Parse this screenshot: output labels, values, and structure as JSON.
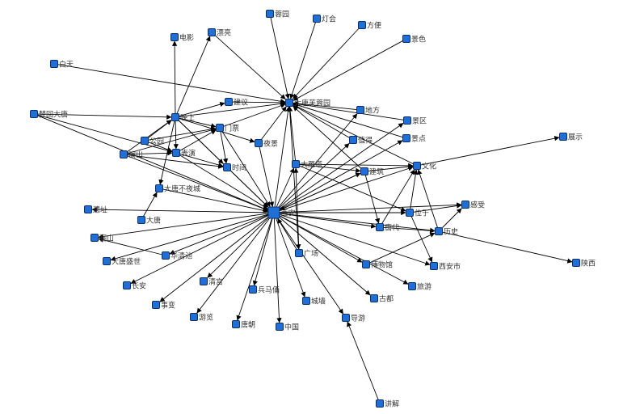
{
  "nodes": [
    {
      "id": "xian",
      "label": "西安"
    },
    {
      "id": "datang_furong",
      "label": "大唐芙蓉园"
    },
    {
      "id": "rongyuan",
      "label": "蓉园"
    },
    {
      "id": "denghui",
      "label": "灯会"
    },
    {
      "id": "fangbian",
      "label": "方便"
    },
    {
      "id": "jingse",
      "label": "景色"
    },
    {
      "id": "dianying",
      "label": "电影"
    },
    {
      "id": "piaoliang",
      "label": "漂亮"
    },
    {
      "id": "baitian",
      "label": "白天"
    },
    {
      "id": "jianyi",
      "label": "建议"
    },
    {
      "id": "difang",
      "label": "地方"
    },
    {
      "id": "jingqu",
      "label": "景区"
    },
    {
      "id": "menghui_datang",
      "label": "梦回大唐"
    },
    {
      "id": "wanshang",
      "label": "晚上"
    },
    {
      "id": "menpiao",
      "label": "门票"
    },
    {
      "id": "zhide",
      "label": "值得"
    },
    {
      "id": "jingdian",
      "label": "景点"
    },
    {
      "id": "zhanshi",
      "label": "展示"
    },
    {
      "id": "gongyuan",
      "label": "公园"
    },
    {
      "id": "yejing",
      "label": "夜景"
    },
    {
      "id": "yanchu",
      "label": "演出"
    },
    {
      "id": "biaoyan",
      "label": "表演"
    },
    {
      "id": "shijian",
      "label": "时间"
    },
    {
      "id": "dayanta",
      "label": "大雁塔"
    },
    {
      "id": "jianzhu",
      "label": "建筑"
    },
    {
      "id": "wenhua",
      "label": "文化"
    },
    {
      "id": "datang_buyecheng",
      "label": "大唐不夜城"
    },
    {
      "id": "ganshou",
      "label": "感受"
    },
    {
      "id": "yizhi",
      "label": "遗址"
    },
    {
      "id": "weiyu",
      "label": "位于"
    },
    {
      "id": "datang",
      "label": "大唐"
    },
    {
      "id": "tangdai",
      "label": "唐代"
    },
    {
      "id": "lishi",
      "label": "历史"
    },
    {
      "id": "lishan",
      "label": "骊山"
    },
    {
      "id": "guangchang",
      "label": "广场"
    },
    {
      "id": "huaqingchi",
      "label": "华清池"
    },
    {
      "id": "datang_shengshi",
      "label": "大唐盛世"
    },
    {
      "id": "bowuguan",
      "label": "博物馆"
    },
    {
      "id": "xianshi",
      "label": "西安市"
    },
    {
      "id": "shaanxi",
      "label": "陕西"
    },
    {
      "id": "qinggong",
      "label": "清宫"
    },
    {
      "id": "changan",
      "label": "长安"
    },
    {
      "id": "bingmayong",
      "label": "兵马俑"
    },
    {
      "id": "lvyou",
      "label": "旅游"
    },
    {
      "id": "shibian",
      "label": "事变"
    },
    {
      "id": "chengqiang",
      "label": "城墙"
    },
    {
      "id": "gudu",
      "label": "古都"
    },
    {
      "id": "youlan",
      "label": "游览"
    },
    {
      "id": "daoyou",
      "label": "导游"
    },
    {
      "id": "tangchao",
      "label": "唐朝"
    },
    {
      "id": "zhongguo",
      "label": "中国"
    },
    {
      "id": "jiangjie",
      "label": "讲解"
    }
  ],
  "edges": [
    [
      "xian",
      "datang_furong"
    ],
    [
      "rongyuan",
      "datang_furong"
    ],
    [
      "denghui",
      "datang_furong"
    ],
    [
      "fangbian",
      "datang_furong"
    ],
    [
      "jingse",
      "datang_furong"
    ],
    [
      "piaoliang",
      "datang_furong"
    ],
    [
      "baitian",
      "datang_furong"
    ],
    [
      "wanshang",
      "datang_furong"
    ],
    [
      "jianyi",
      "datang_furong"
    ],
    [
      "difang",
      "datang_furong"
    ],
    [
      "jingqu",
      "datang_furong"
    ],
    [
      "zhide",
      "datang_furong"
    ],
    [
      "jingdian",
      "datang_furong"
    ],
    [
      "menpiao",
      "datang_furong"
    ],
    [
      "yejing",
      "datang_furong"
    ],
    [
      "dayanta",
      "datang_furong"
    ],
    [
      "jianzhu",
      "datang_furong"
    ],
    [
      "wenhua",
      "datang_furong"
    ],
    [
      "menghui_datang",
      "biaoyan"
    ],
    [
      "menghui_datang",
      "wanshang"
    ],
    [
      "menghui_datang",
      "xian"
    ],
    [
      "wanshang",
      "dianying"
    ],
    [
      "wanshang",
      "piaoliang"
    ],
    [
      "wanshang",
      "jianyi"
    ],
    [
      "wanshang",
      "menpiao"
    ],
    [
      "wanshang",
      "biaoyan"
    ],
    [
      "wanshang",
      "shijian"
    ],
    [
      "wanshang",
      "xian"
    ],
    [
      "wanshang",
      "datang_buyecheng"
    ],
    [
      "wanshang",
      "yejing"
    ],
    [
      "gongyuan",
      "wanshang"
    ],
    [
      "gongyuan",
      "menpiao"
    ],
    [
      "gongyuan",
      "biaoyan"
    ],
    [
      "yanchu",
      "wanshang"
    ],
    [
      "yanchu",
      "biaoyan"
    ],
    [
      "yanchu",
      "menpiao"
    ],
    [
      "yanchu",
      "xian"
    ],
    [
      "yanchu",
      "shijian"
    ],
    [
      "biaoyan",
      "menpiao"
    ],
    [
      "biaoyan",
      "shijian"
    ],
    [
      "biaoyan",
      "xian"
    ],
    [
      "menpiao",
      "xian"
    ],
    [
      "menpiao",
      "shijian"
    ],
    [
      "shijian",
      "xian"
    ],
    [
      "yejing",
      "xian"
    ],
    [
      "xian",
      "yizhi"
    ],
    [
      "datang",
      "datang_buyecheng"
    ],
    [
      "datang_buyecheng",
      "xian"
    ],
    [
      "xian",
      "lishan"
    ],
    [
      "xian",
      "datang_shengshi"
    ],
    [
      "xian",
      "huaqingchi"
    ],
    [
      "huaqingchi",
      "lishan"
    ],
    [
      "xian",
      "changan"
    ],
    [
      "xian",
      "shibian"
    ],
    [
      "xian",
      "qinggong"
    ],
    [
      "xian",
      "youlan"
    ],
    [
      "xian",
      "tangchao"
    ],
    [
      "xian",
      "bingmayong"
    ],
    [
      "xian",
      "zhongguo"
    ],
    [
      "xian",
      "chengqiang"
    ],
    [
      "xian",
      "daoyou"
    ],
    [
      "jiangjie",
      "daoyou"
    ],
    [
      "xian",
      "gudu"
    ],
    [
      "xian",
      "lvyou"
    ],
    [
      "xian",
      "bowuguan"
    ],
    [
      "xian",
      "xianshi"
    ],
    [
      "xian",
      "tangdai"
    ],
    [
      "xian",
      "lishi"
    ],
    [
      "xian",
      "weiyu"
    ],
    [
      "xian",
      "ganshou"
    ],
    [
      "xian",
      "wenhua"
    ],
    [
      "xian",
      "jianzhu"
    ],
    [
      "xian",
      "dayanta"
    ],
    [
      "xian",
      "zhide"
    ],
    [
      "xian",
      "jingdian"
    ],
    [
      "xian",
      "jingqu"
    ],
    [
      "xian",
      "difang"
    ],
    [
      "dayanta",
      "jianzhu"
    ],
    [
      "dayanta",
      "wenhua"
    ],
    [
      "dayanta",
      "weiyu"
    ],
    [
      "jianzhu",
      "wenhua"
    ],
    [
      "jianzhu",
      "tangdai"
    ],
    [
      "tangdai",
      "lishi"
    ],
    [
      "tangdai",
      "wenhua"
    ],
    [
      "weiyu",
      "wenhua"
    ],
    [
      "weiyu",
      "xianshi"
    ],
    [
      "lishi",
      "wenhua"
    ],
    [
      "lishi",
      "ganshou"
    ],
    [
      "lishi",
      "shaanxi"
    ],
    [
      "bowuguan",
      "lishi"
    ],
    [
      "wenhua",
      "zhanshi"
    ],
    [
      "guangchang",
      "dayanta"
    ],
    [
      "datang_furong",
      "guangchang"
    ],
    [
      "guangchang",
      "xian"
    ],
    [
      "jianzhu",
      "xian"
    ],
    [
      "weiyu",
      "ganshou"
    ]
  ]
}
